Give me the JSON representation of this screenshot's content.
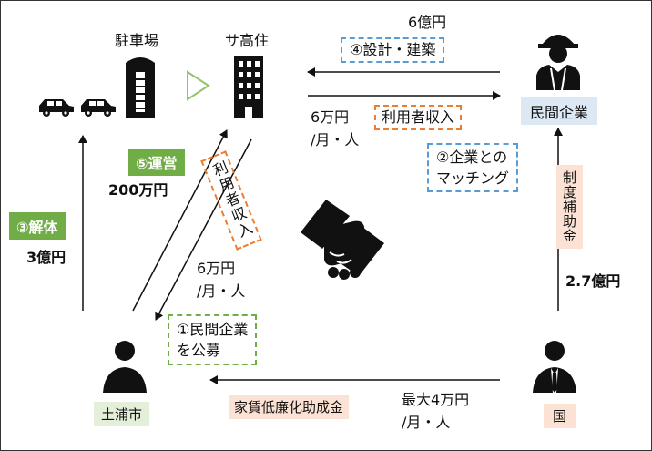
{
  "nodes": {
    "parking": "駐車場",
    "housing": "サ高住",
    "private_company": "民間企業",
    "city": "土浦市",
    "country": "国"
  },
  "steps": {
    "recruit": "①民間企業\nを公募",
    "matching": "②企業との\nマッチング",
    "demolition": "③解体",
    "design_build": "④設計・建築",
    "operation": "⑤運営"
  },
  "amounts": {
    "demolition_cost": "3億円",
    "operation_cost": "200万円",
    "build_cost": "6億円",
    "subsidy_cost": "2.7億円",
    "user_income_top": "6万円\n/月・人",
    "user_income_mid": "6万円\n/月・人",
    "rent_subsidy_max": "最大4万円\n/月・人"
  },
  "labels": {
    "user_income": "利用者収入",
    "user_income_vertical": "利用者収入",
    "subsidy": "制度補助金",
    "rent_subsidy": "家賃低廉化助成金"
  }
}
